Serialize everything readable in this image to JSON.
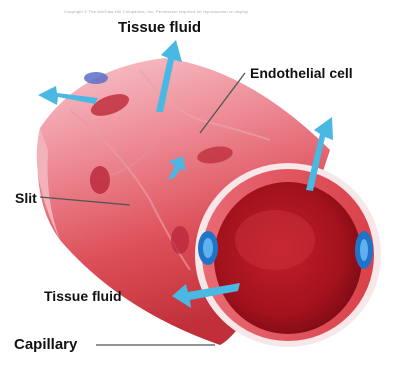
{
  "copyright_text": "Copyright © The McGraw-Hill Companies, Inc. Permission required for reproduction or display.",
  "labels": {
    "tissue_fluid_top": "Tissue fluid",
    "endothelial_cell": "Endothelial cell",
    "slit": "Slit",
    "tissue_fluid_bottom": "Tissue fluid",
    "capillary": "Capillary"
  },
  "colors": {
    "vessel": "#d9414a",
    "vessel_highlight": "#f4a6b0",
    "lumen": "#b0141f",
    "arrow": "#49b8e3",
    "nucleus_blue": "#1f74c8"
  }
}
